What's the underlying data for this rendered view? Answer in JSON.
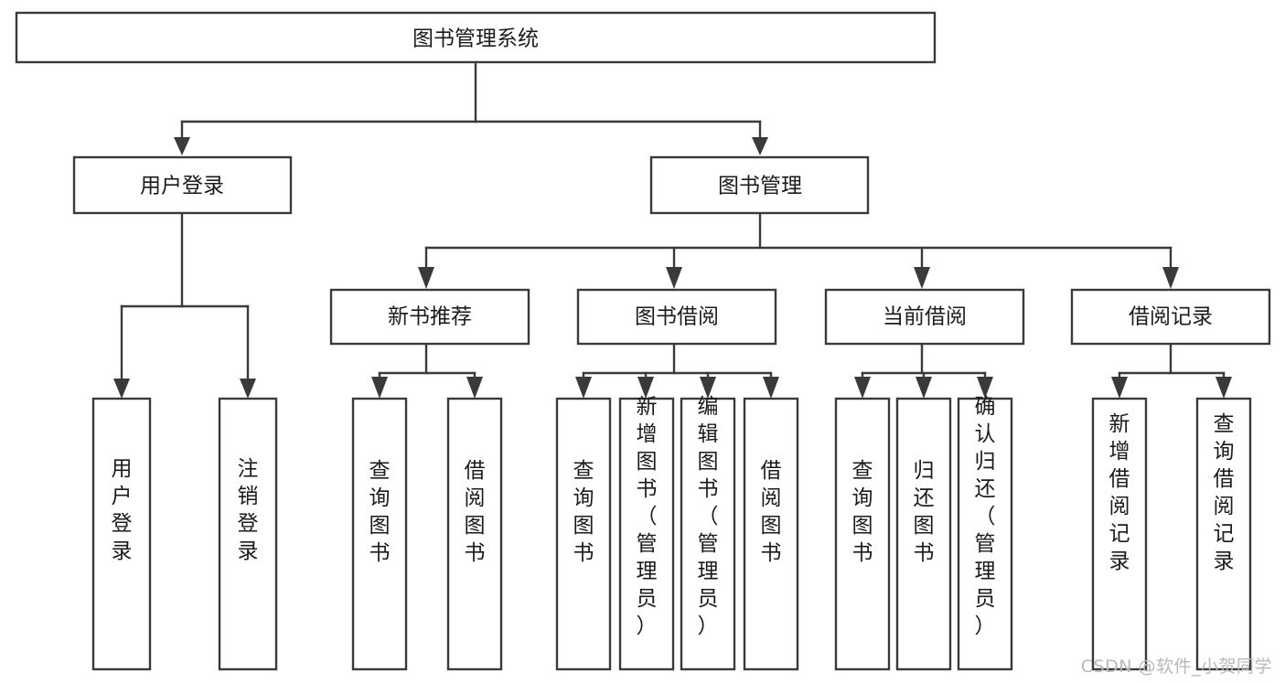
{
  "diagram": {
    "type": "tree-hierarchy-chart",
    "title": "图书管理系统",
    "watermark": "CSDN @软件_小贺同学",
    "colors": {
      "box_stroke": "#3a3a3a",
      "box_fill": "#ffffff",
      "text": "#1b1b1b",
      "connector": "#3a3a3a",
      "background": "#ffffff",
      "watermark": "#b9b9b9"
    },
    "root": {
      "label": "图书管理系统",
      "orientation": "horizontal"
    },
    "level2": [
      {
        "label": "用户登录",
        "orientation": "horizontal"
      },
      {
        "label": "图书管理",
        "orientation": "horizontal"
      }
    ],
    "level3": [
      {
        "label": "新书推荐",
        "orientation": "horizontal"
      },
      {
        "label": "图书借阅",
        "orientation": "horizontal"
      },
      {
        "label": "当前借阅",
        "orientation": "horizontal"
      },
      {
        "label": "借阅记录",
        "orientation": "horizontal"
      }
    ],
    "leaves": {
      "user_login": [
        {
          "label": "用户登录",
          "orientation": "vertical"
        },
        {
          "label": "注销登录",
          "orientation": "vertical"
        }
      ],
      "new_book_recommend": [
        {
          "label": "查询图书",
          "orientation": "vertical"
        },
        {
          "label": "借阅图书",
          "orientation": "vertical"
        }
      ],
      "book_borrow": [
        {
          "label": "查询图书",
          "orientation": "vertical"
        },
        {
          "label": "新增图书（管理员）",
          "orientation": "vertical"
        },
        {
          "label": "编辑图书（管理员）",
          "orientation": "vertical"
        },
        {
          "label": "借阅图书",
          "orientation": "vertical"
        }
      ],
      "current_borrow": [
        {
          "label": "查询图书",
          "orientation": "vertical"
        },
        {
          "label": "归还图书",
          "orientation": "vertical"
        },
        {
          "label": "确认归还（管理员）",
          "orientation": "vertical"
        }
      ],
      "borrow_record": [
        {
          "label": "新增借阅记录",
          "orientation": "vertical"
        },
        {
          "label": "查询借阅记录",
          "orientation": "vertical"
        }
      ]
    }
  }
}
